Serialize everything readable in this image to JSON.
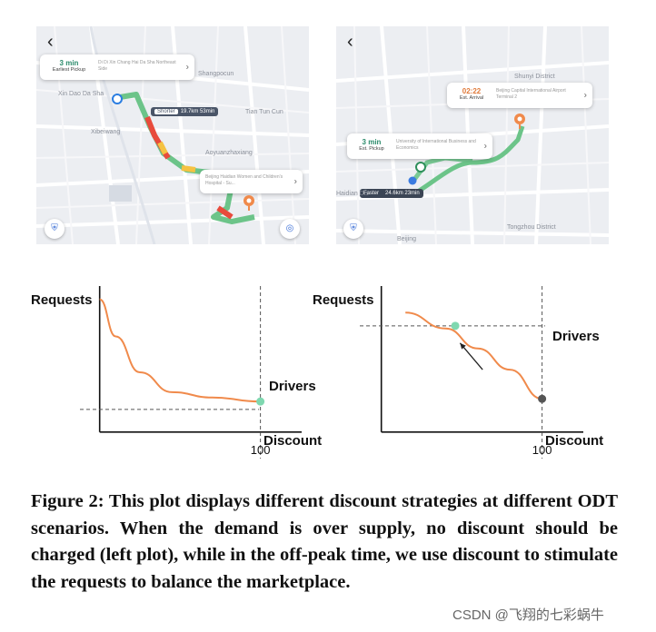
{
  "left_map": {
    "back_label": "‹",
    "pickup": {
      "time": "3 min",
      "label": "Earliest Pickup",
      "detail": "Di Di Xin Chang Hai Da Sha Northeast Side"
    },
    "route_pill": {
      "tag": "Shorter",
      "value": "19.7km 53min"
    },
    "dest": {
      "detail": "Beijing Haidian Women and Children's Hospital - Su..."
    },
    "places": [
      "Shangpocun",
      "Xin Dao Da Sha",
      "Xibeiwang",
      "Tian Tun Cun",
      "Aoyuanzhaxiang"
    ]
  },
  "right_map": {
    "back_label": "‹",
    "arrival": {
      "time": "02:22",
      "label": "Est. Arrival",
      "detail": "Beijing Capital International Airport Terminal 2"
    },
    "pickup": {
      "time": "3 min",
      "label": "Est. Pickup",
      "detail": "University of International Business and Economics"
    },
    "route_pill": {
      "tag": "Faster",
      "value": "24.6km 23min"
    },
    "places": [
      "Shunyi District",
      "Tongzhou District",
      "Beijing",
      "Haidian Dis"
    ]
  },
  "chart_data": [
    {
      "type": "line",
      "ylabel": "Requests",
      "xlabel": "Discount",
      "x_tick_labels": [
        "100"
      ],
      "reference_line_label": "Drivers",
      "series": [
        {
          "x": [
            0,
            10,
            25,
            45,
            70,
            100
          ],
          "y": [
            100,
            72,
            45,
            30,
            26,
            23
          ]
        }
      ],
      "reference_x": 100,
      "reference_y": 17,
      "endpoint": {
        "x": 100,
        "y": 23
      },
      "xlim": [
        -10,
        120
      ],
      "ylim": [
        -20,
        110
      ]
    },
    {
      "type": "line",
      "ylabel": "Requests",
      "xlabel": "Discount",
      "x_tick_labels": [
        "100"
      ],
      "reference_line_label": "Drivers",
      "series": [
        {
          "x": [
            15,
            40,
            60,
            80,
            100
          ],
          "y": [
            90,
            78,
            63,
            47,
            25
          ]
        }
      ],
      "reference_x": 100,
      "reference_y": 80,
      "start_point": {
        "x": 46,
        "y": 80
      },
      "end_point": {
        "x": 100,
        "y": 25
      },
      "arrow": {
        "from": [
          63,
          47
        ],
        "to": [
          49,
          67
        ]
      },
      "xlim": [
        -10,
        120
      ],
      "ylim": [
        -20,
        110
      ]
    }
  ],
  "caption": "Figure 2: This plot displays different discount strategies at different ODT scenarios. When the demand is over supply, no discount should be charged (left plot), while in the off-peak time, we use discount to stimulate the requests to balance the marketplace.",
  "watermark": "CSDN @飞翔的七彩蜗牛",
  "colors": {
    "curve": "#f08a4b",
    "green_point": "#7fd8b0",
    "dark_point": "#555555",
    "route": "#6cc489",
    "ref_line": "#555555"
  }
}
